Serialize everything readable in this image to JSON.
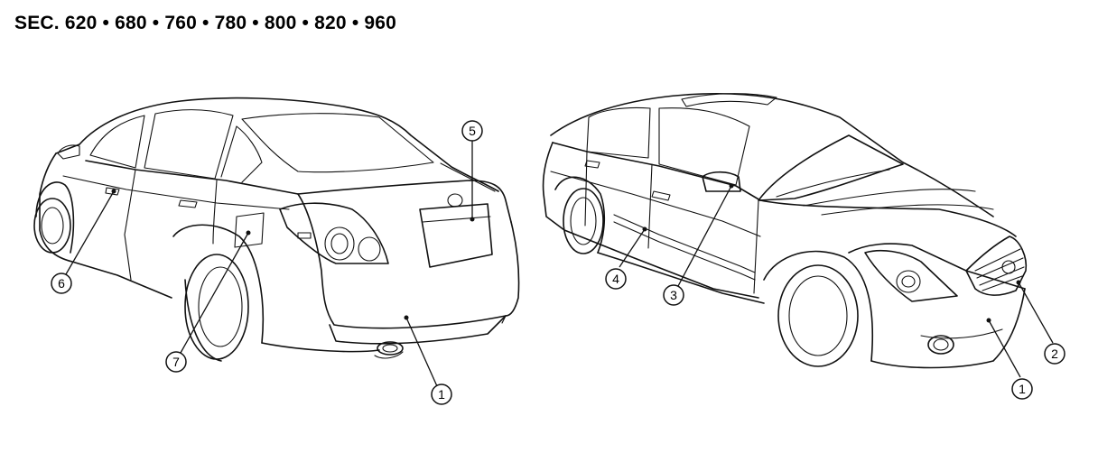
{
  "header": {
    "title": "SEC. 620 • 680 • 760 • 780 • 800 • 820 • 960"
  },
  "callouts": {
    "rear_view": [
      {
        "id": "rear-1",
        "label": "1"
      },
      {
        "id": "rear-5",
        "label": "5"
      },
      {
        "id": "rear-6",
        "label": "6"
      },
      {
        "id": "rear-7",
        "label": "7"
      }
    ],
    "front_view": [
      {
        "id": "front-1",
        "label": "1"
      },
      {
        "id": "front-2",
        "label": "2"
      },
      {
        "id": "front-3",
        "label": "3"
      },
      {
        "id": "front-4",
        "label": "4"
      }
    ]
  }
}
